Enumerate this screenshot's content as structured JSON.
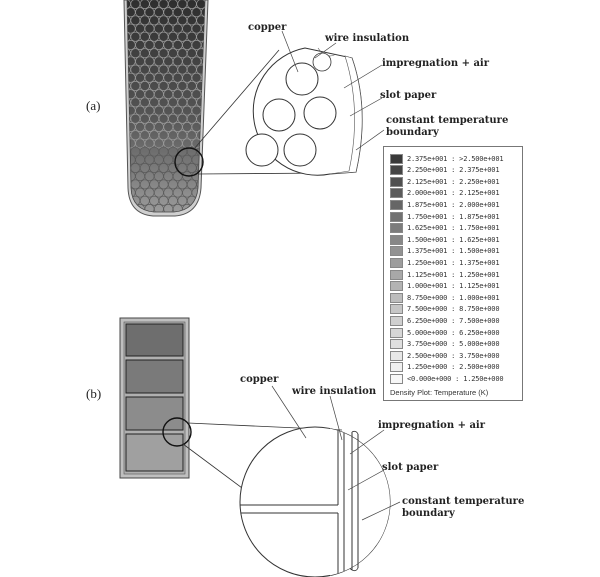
{
  "panel_a": {
    "tag": "(a)",
    "labels": {
      "copper": "copper",
      "wire_insulation": "wire insulation",
      "impregnation_air": "impregnation + air",
      "slot_paper": "slot paper",
      "constant_temperature_boundary": "constant temperature\nboundary"
    }
  },
  "panel_b": {
    "tag": "(b)",
    "labels": {
      "copper": "copper",
      "wire_insulation": "wire insulation",
      "impregnation_air": "impregnation + air",
      "slot_paper": "slot paper",
      "constant_temperature_boundary": "constant temperature\nboundary"
    }
  },
  "legend": {
    "rows": [
      {
        "text": "2.375e+001 : >2.500e+001",
        "color": "#3a3a3a"
      },
      {
        "text": "2.250e+001 : 2.375e+001",
        "color": "#454545"
      },
      {
        "text": "2.125e+001 : 2.250e+001",
        "color": "#505050"
      },
      {
        "text": "2.000e+001 : 2.125e+001",
        "color": "#5b5b5b"
      },
      {
        "text": "1.875e+001 : 2.000e+001",
        "color": "#666666"
      },
      {
        "text": "1.750e+001 : 1.875e+001",
        "color": "#717171"
      },
      {
        "text": "1.625e+001 : 1.750e+001",
        "color": "#7c7c7c"
      },
      {
        "text": "1.500e+001 : 1.625e+001",
        "color": "#878787"
      },
      {
        "text": "1.375e+001 : 1.500e+001",
        "color": "#929292"
      },
      {
        "text": "1.250e+001 : 1.375e+001",
        "color": "#9d9d9d"
      },
      {
        "text": "1.125e+001 : 1.250e+001",
        "color": "#a8a8a8"
      },
      {
        "text": "1.000e+001 : 1.125e+001",
        "color": "#b3b3b3"
      },
      {
        "text": "8.750e+000 : 1.000e+001",
        "color": "#bdbdbd"
      },
      {
        "text": "7.500e+000 : 8.750e+000",
        "color": "#c6c6c6"
      },
      {
        "text": "6.250e+000 : 7.500e+000",
        "color": "#cfcfcf"
      },
      {
        "text": "5.000e+000 : 6.250e+000",
        "color": "#d7d7d7"
      },
      {
        "text": "3.750e+000 : 5.000e+000",
        "color": "#dfdfdf"
      },
      {
        "text": "2.500e+000 : 3.750e+000",
        "color": "#e7e7e7"
      },
      {
        "text": "1.250e+000 : 2.500e+000",
        "color": "#efefef"
      },
      {
        "text": "<0.000e+000 : 1.250e+000",
        "color": "#f7f7f7"
      }
    ],
    "footer": "Density Plot: Temperature (K)"
  }
}
